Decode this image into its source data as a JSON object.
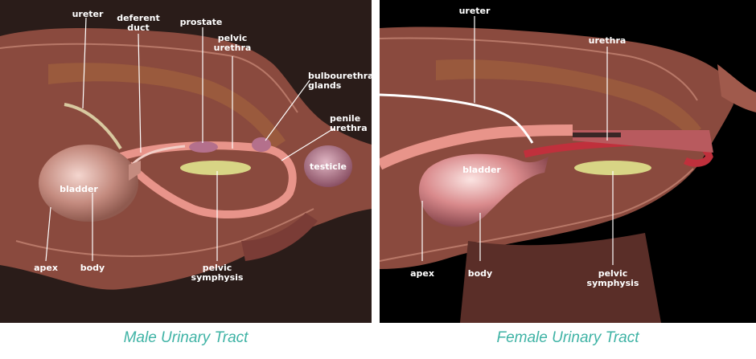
{
  "male": {
    "caption": "Male Urinary Tract",
    "labels": {
      "ureter": "ureter",
      "deferent_1": "deferent",
      "deferent_2": "duct",
      "prostate": "prostate",
      "pelvic_urethra_1": "pelvic",
      "pelvic_urethra_2": "urethra",
      "bulbourethral_1": "bulbourethral",
      "bulbourethral_2": "glands",
      "penile_urethra_1": "penile",
      "penile_urethra_2": "urethra",
      "testicle": "testicle",
      "bladder": "bladder",
      "apex": "apex",
      "body": "body",
      "pelvic_symphysis_1": "pelvic",
      "pelvic_symphysis_2": "symphysis"
    }
  },
  "female": {
    "caption": "Female Urinary Tract",
    "labels": {
      "ureter": "ureter",
      "urethra": "urethra",
      "bladder": "bladder",
      "apex": "apex",
      "body": "body",
      "pelvic_symphysis_1": "pelvic",
      "pelvic_symphysis_2": "symphysis"
    }
  },
  "colors": {
    "background": "#2a1c19",
    "body_tissue": "#8a4a3e",
    "organ_pink": "#e8a7a0",
    "caption_teal": "#3fb3a5"
  }
}
